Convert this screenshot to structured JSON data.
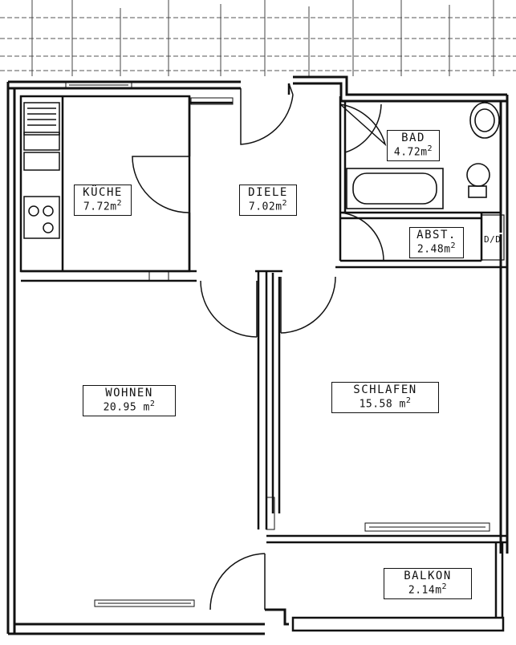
{
  "rooms": [
    {
      "id": "kueche",
      "name": "KÜCHE",
      "area": "7.72",
      "unit": "m",
      "exp": "2"
    },
    {
      "id": "diele",
      "name": "DIELE",
      "area": "7.02",
      "unit": "m",
      "exp": "2"
    },
    {
      "id": "bad",
      "name": "BAD",
      "area": "4.72",
      "unit": "m",
      "exp": "2"
    },
    {
      "id": "abst",
      "name": "ABST.",
      "area": "2.48",
      "unit": "m",
      "exp": "2"
    },
    {
      "id": "wohnen",
      "name": "WOHNEN",
      "area": "20.95",
      "unit": "m",
      "exp": "2"
    },
    {
      "id": "schlafen",
      "name": "SCHLAFEN",
      "area": "15.58",
      "unit": "m",
      "exp": "2"
    },
    {
      "id": "balkon",
      "name": "BALKON",
      "area": "2.14",
      "unit": "m",
      "exp": "2"
    }
  ],
  "shaft_label": "D/D",
  "colors": {
    "line": "#111111",
    "background": "#ffffff",
    "grid": "#555555"
  }
}
